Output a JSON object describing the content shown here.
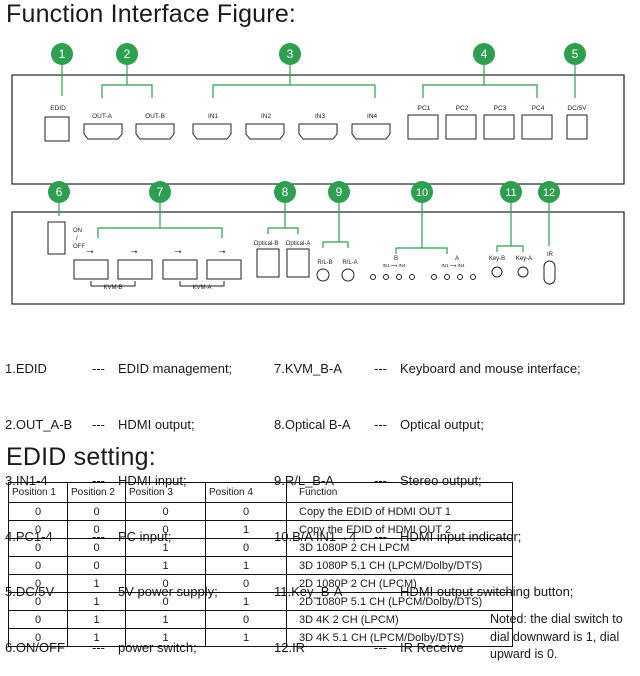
{
  "title": "Function Interface Figure:",
  "edid_title": "EDID setting:",
  "front_panel": {
    "callouts": [
      "1",
      "2",
      "3",
      "4",
      "5"
    ],
    "labels": [
      "EDID",
      "OUT-A",
      "OUT-B",
      "IN1",
      "IN2",
      "IN3",
      "IN4",
      "PC1",
      "PC2",
      "PC3",
      "PC4",
      "DC/5V"
    ]
  },
  "rear_panel": {
    "callouts": [
      "6",
      "7",
      "8",
      "9",
      "10",
      "11",
      "12"
    ],
    "labels": {
      "on_off": [
        "ON",
        "/",
        "OFF"
      ],
      "kvm_b": "KVM-B",
      "kvm_a": "KVM-A",
      "optical_b": "Optical-B",
      "optical_a": "Optical-A",
      "rl_b": "R/L-B",
      "rl_a": "R/L-A",
      "ind_b": "B",
      "ind_a": "A",
      "ind_b_range": "IN1 ⟶ IN4",
      "ind_a_range": "IN1 ⟶ IN4",
      "key_b": "Key-B",
      "key_a": "Key-A",
      "ir": "IR"
    }
  },
  "legend_left": [
    {
      "name": "1.EDID",
      "dash": "---",
      "desc": "EDID management;"
    },
    {
      "name": "2.OUT_A-B",
      "dash": "---",
      "desc": "HDMI output;"
    },
    {
      "name": "3.IN1-4",
      "dash": "---",
      "desc": "HDMI input;"
    },
    {
      "name": "4.PC1-4",
      "dash": "---",
      "desc": "PC input;"
    },
    {
      "name": "5.DC/5V",
      "dash": "---",
      "desc": "5V power supply;"
    },
    {
      "name": "6.ON/OFF",
      "dash": "---",
      "desc": "power switch;"
    }
  ],
  "legend_right": [
    {
      "name": "7.KVM_B-A",
      "dash": "---",
      "desc": "Keyboard and mouse interface;"
    },
    {
      "name": "8.Optical B-A",
      "dash": "---",
      "desc": "Optical output;"
    },
    {
      "name": "9.R/L_B-A",
      "dash": "---",
      "desc": "Stereo output;"
    },
    {
      "name": "10.B/A IN1→4",
      "dash": "---",
      "desc": "HDMI input indicator;"
    },
    {
      "name": "11.Key_B-A",
      "dash": "---",
      "desc": "HDMI output switching button;"
    },
    {
      "name": "12.IR",
      "dash": "---",
      "desc": "IR Receive"
    }
  ],
  "edid_table": {
    "headers": [
      "Position 1",
      "Position 2",
      "Position 3",
      "Position 4",
      "Function"
    ],
    "rows": [
      [
        "0",
        "0",
        "0",
        "0",
        "Copy the EDID of HDMI OUT 1"
      ],
      [
        "0",
        "0",
        "0",
        "1",
        "Copy the EDID of HDMI OUT 2"
      ],
      [
        "0",
        "0",
        "1",
        "0",
        "3D 1080P 2 CH LPCM"
      ],
      [
        "0",
        "0",
        "1",
        "1",
        "3D 1080P 5.1 CH (LPCM/Dolby/DTS)"
      ],
      [
        "0",
        "1",
        "0",
        "0",
        "2D 1080P 2 CH (LPCM)"
      ],
      [
        "0",
        "1",
        "0",
        "1",
        "2D 1080P 5.1 CH (LPCM/Dolby/DTS)"
      ],
      [
        "0",
        "1",
        "1",
        "0",
        "3D 4K 2 CH (LPCM)"
      ],
      [
        "0",
        "1",
        "1",
        "1",
        "3D 4K 5.1 CH (LPCM/Dolby/DTS)"
      ]
    ]
  },
  "note": "Noted: the dial switch to dial downward is 1, dial upward is 0.",
  "colors": {
    "callout": "#2e9e4f",
    "line": "#2e9e4f",
    "panel": "#222222"
  }
}
